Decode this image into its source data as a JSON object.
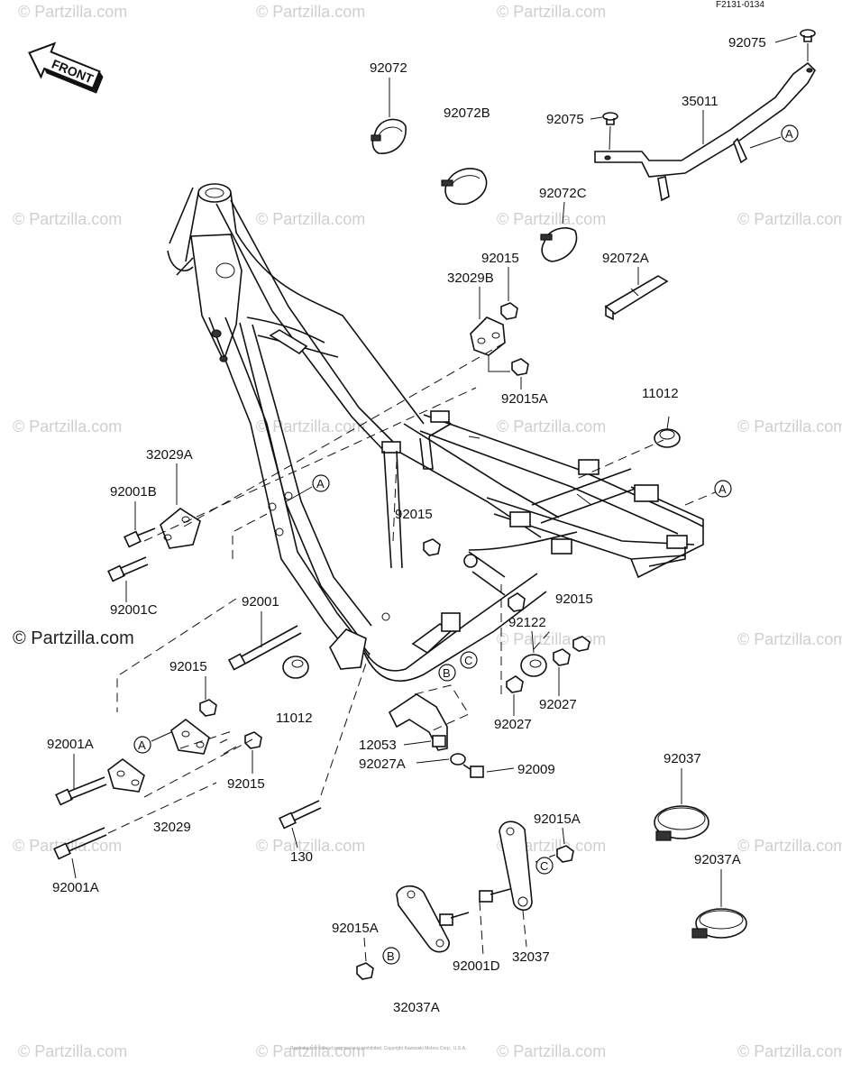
{
  "header": {
    "code": "F2131-0134"
  },
  "front_arrow": {
    "label": "FRONT"
  },
  "watermark": {
    "text": "© Partzilla.com"
  },
  "parts": {
    "p92075_top": "92075",
    "p35011": "35011",
    "p92075": "92075",
    "p92072": "92072",
    "p92072B": "92072B",
    "p92072C": "92072C",
    "p92015_top": "92015",
    "p32029B": "32029B",
    "p92072A": "92072A",
    "p92015A_mid": "92015A",
    "p11012_right": "11012",
    "p32029A": "32029A",
    "p92001B": "92001B",
    "p92015_mid": "92015",
    "p92001C": "92001C",
    "p92015_right": "92015",
    "p92001": "92001",
    "p92122": "92122",
    "p92015_left": "92015",
    "p11012_left": "11012",
    "p92027_right": "92027",
    "p92027_mid": "92027",
    "p92001A_top": "92001A",
    "p92015_lower": "92015",
    "p12053": "12053",
    "p92027A": "92027A",
    "p92009": "92009",
    "p32029": "32029",
    "p92037": "92037",
    "p130": "130",
    "p92001A_bottom": "92001A",
    "p92015A_right": "92015A",
    "p92037A": "92037A",
    "p92015A_left": "92015A",
    "p92001D": "92001D",
    "p32037": "32037",
    "p32037A": "32037A"
  },
  "refs": {
    "A": "A",
    "B": "B",
    "C": "C"
  },
  "footer": {
    "copyright": "Reproduction without permission is prohibited. Copyright Kawasaki Motors Corp., U.S.A."
  }
}
